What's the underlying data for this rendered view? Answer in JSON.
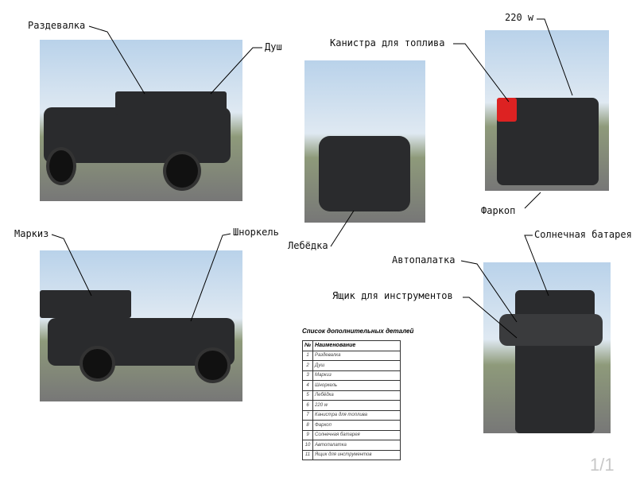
{
  "labels": {
    "l1": "Раздевалка",
    "l2": "Душ",
    "l3": "Канистра для топлива",
    "l4": "220 w",
    "l5": "Фаркоп",
    "l6": "Лебёдка",
    "l7": "Маркиз",
    "l8": "Шноркель",
    "l9": "Солнечная батарея",
    "l10": "Автопалатка",
    "l11": "Ящик для инструментов"
  },
  "table": {
    "title": "Список дополнительных деталей",
    "headers": [
      "№",
      "Наименование"
    ],
    "rows": [
      [
        "1",
        "Раздевалка"
      ],
      [
        "2",
        "Душ"
      ],
      [
        "3",
        "Маркиз"
      ],
      [
        "4",
        "Шноркель"
      ],
      [
        "5",
        "Лебёдка"
      ],
      [
        "6",
        "220 w"
      ],
      [
        "7",
        "Канистра для топлива"
      ],
      [
        "8",
        "Фаркоп"
      ],
      [
        "9",
        "Солнечная батарея"
      ],
      [
        "10",
        "Автопалатка"
      ],
      [
        "11",
        "Ящик для инструментов"
      ]
    ]
  },
  "page_number": "1/1"
}
